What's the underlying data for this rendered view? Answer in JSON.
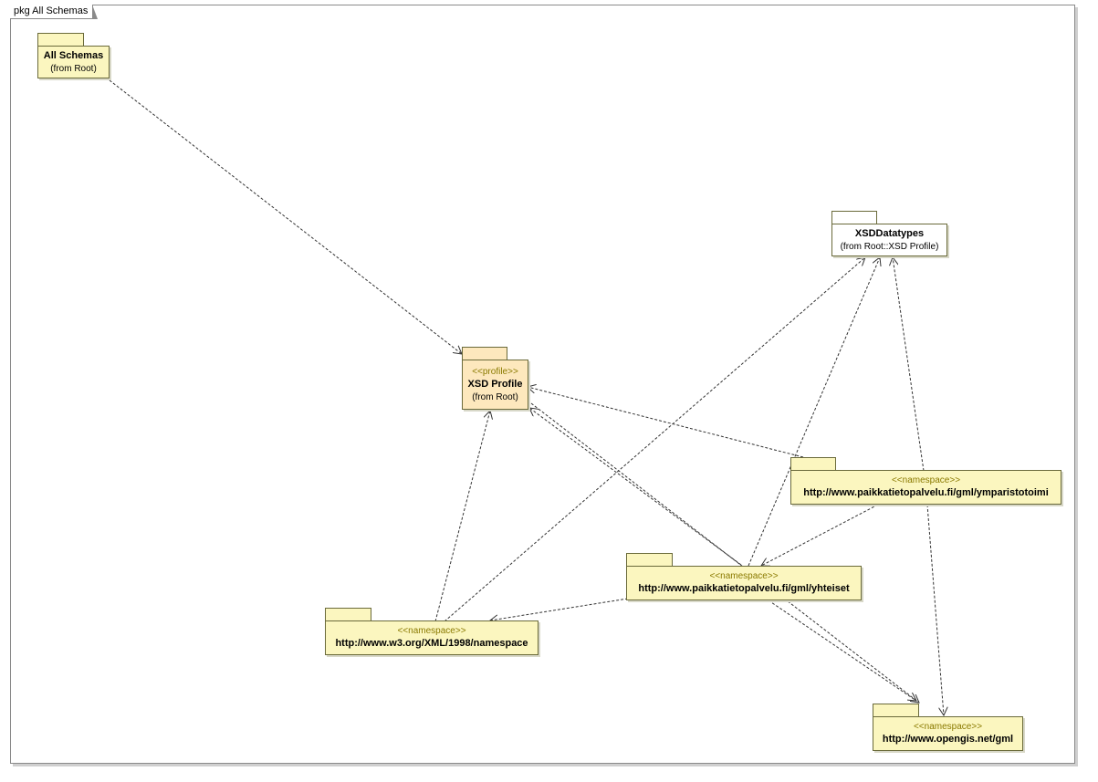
{
  "frame": {
    "title": "pkg All Schemas"
  },
  "packages": {
    "all_schemas": {
      "name": "All Schemas",
      "from": "(from Root)"
    },
    "xsd_profile": {
      "stereotype": "<<profile>>",
      "name": "XSD Profile",
      "from": "(from Root)"
    },
    "xsd_datatypes": {
      "name": "XSDDatatypes",
      "from": "(from Root::XSD Profile)"
    },
    "ymparisto": {
      "stereotype": "<<namespace>>",
      "name": "http://www.paikkatietopalvelu.fi/gml/ymparistotoimi"
    },
    "yhteiset": {
      "stereotype": "<<namespace>>",
      "name": "http://www.paikkatietopalvelu.fi/gml/yhteiset"
    },
    "w3_xml": {
      "stereotype": "<<namespace>>",
      "name": "http://www.w3.org/XML/1998/namespace"
    },
    "opengis": {
      "stereotype": "<<namespace>>",
      "name": "http://www.opengis.net/gml"
    }
  },
  "colors": {
    "package_fill": "#fbf6bf",
    "profile_fill": "#fde8bd",
    "datatypes_fill": "#ffffff",
    "stereotype_text": "#8a7a00"
  }
}
